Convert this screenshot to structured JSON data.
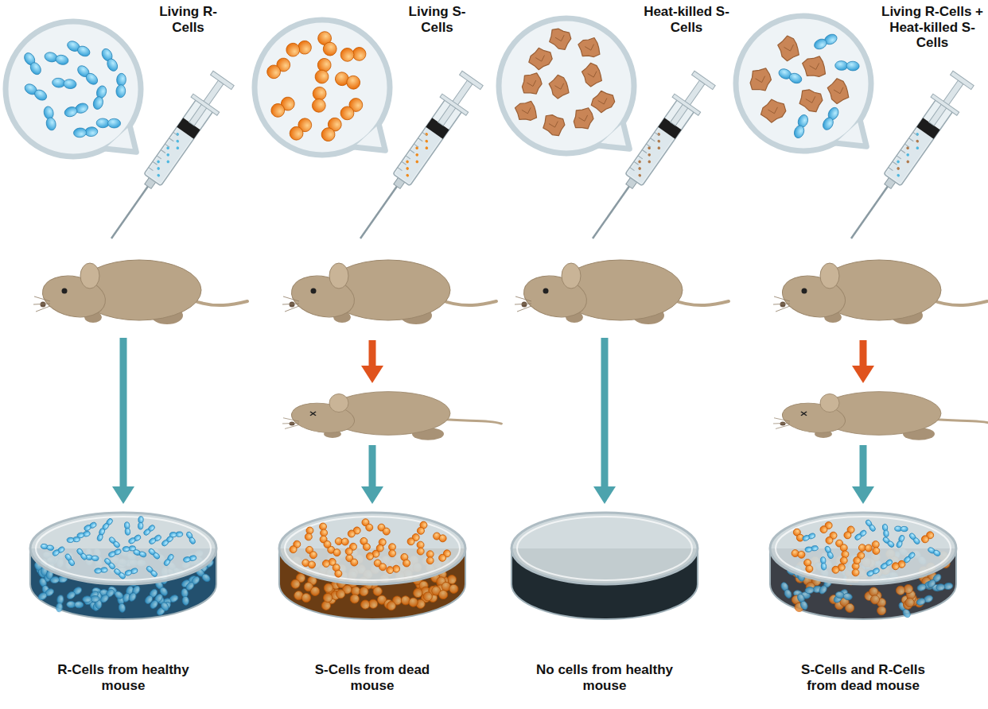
{
  "diagram": {
    "nodes": [
      {
        "text": [
          "Living R-Cells"
        ]
      },
      {
        "text": [
          "Living S-Cells"
        ]
      },
      {
        "text": [
          "Heat-killed S-Cells"
        ]
      },
      {
        "text": [
          "Living R-Cells + Heat-killed S-Cells"
        ]
      },
      {
        "text": [
          "R-Cells from healthy mouse"
        ]
      },
      {
        "text": [
          "S-Cells from dead mouse"
        ]
      },
      {
        "text": [
          "No cells from healthy mouse"
        ]
      },
      {
        "text": [
          "S-Cells and R-Cells from dead mouse"
        ]
      }
    ]
  }
}
